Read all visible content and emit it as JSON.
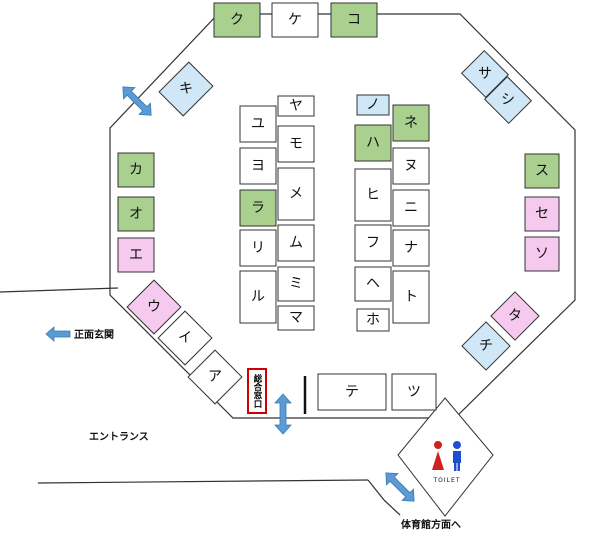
{
  "colors": {
    "green": "#a9d08e",
    "blue": "#cfe7f7",
    "pink": "#f6c9ef",
    "white": "#ffffff",
    "arrow": "#5b9bd5",
    "reception_border": "#d00000",
    "toilet_male": "#1f4fd1",
    "toilet_female": "#d02020"
  },
  "booths": [
    {
      "id": "ku",
      "label": "ク",
      "color": "green"
    },
    {
      "id": "ke",
      "label": "ケ",
      "color": "white"
    },
    {
      "id": "ko",
      "label": "コ",
      "color": "green"
    },
    {
      "id": "ki",
      "label": "キ",
      "color": "blue"
    },
    {
      "id": "sa",
      "label": "サ",
      "color": "blue"
    },
    {
      "id": "shi",
      "label": "シ",
      "color": "blue"
    },
    {
      "id": "ka",
      "label": "カ",
      "color": "green"
    },
    {
      "id": "o",
      "label": "オ",
      "color": "green"
    },
    {
      "id": "e",
      "label": "エ",
      "color": "pink"
    },
    {
      "id": "su",
      "label": "ス",
      "color": "green"
    },
    {
      "id": "se",
      "label": "セ",
      "color": "pink"
    },
    {
      "id": "so",
      "label": "ソ",
      "color": "pink"
    },
    {
      "id": "u",
      "label": "ウ",
      "color": "pink"
    },
    {
      "id": "i",
      "label": "イ",
      "color": "white"
    },
    {
      "id": "a",
      "label": "ア",
      "color": "white"
    },
    {
      "id": "ta",
      "label": "タ",
      "color": "pink"
    },
    {
      "id": "chi",
      "label": "チ",
      "color": "blue"
    },
    {
      "id": "te",
      "label": "テ",
      "color": "white"
    },
    {
      "id": "tsu",
      "label": "ツ",
      "color": "white"
    },
    {
      "id": "ya",
      "label": "ヤ",
      "color": "white"
    },
    {
      "id": "yu",
      "label": "ユ",
      "color": "white"
    },
    {
      "id": "mo",
      "label": "モ",
      "color": "white"
    },
    {
      "id": "yo",
      "label": "ヨ",
      "color": "white"
    },
    {
      "id": "me",
      "label": "メ",
      "color": "white"
    },
    {
      "id": "ra",
      "label": "ラ",
      "color": "green"
    },
    {
      "id": "ri",
      "label": "リ",
      "color": "white"
    },
    {
      "id": "mu",
      "label": "ム",
      "color": "white"
    },
    {
      "id": "ru",
      "label": "ル",
      "color": "white"
    },
    {
      "id": "mi",
      "label": "ミ",
      "color": "white"
    },
    {
      "id": "ma",
      "label": "マ",
      "color": "white"
    },
    {
      "id": "no",
      "label": "ノ",
      "color": "blue"
    },
    {
      "id": "ne",
      "label": "ネ",
      "color": "green"
    },
    {
      "id": "ha",
      "label": "ハ",
      "color": "green"
    },
    {
      "id": "nu",
      "label": "ヌ",
      "color": "white"
    },
    {
      "id": "hi",
      "label": "ヒ",
      "color": "white"
    },
    {
      "id": "ni",
      "label": "ニ",
      "color": "white"
    },
    {
      "id": "fu",
      "label": "フ",
      "color": "white"
    },
    {
      "id": "na",
      "label": "ナ",
      "color": "white"
    },
    {
      "id": "he",
      "label": "ヘ",
      "color": "white"
    },
    {
      "id": "to",
      "label": "ト",
      "color": "white"
    },
    {
      "id": "ho",
      "label": "ホ",
      "color": "white"
    }
  ],
  "reception": "総合窓口",
  "labels": {
    "main_entrance": "正面玄関",
    "entrance": "エントランス",
    "to_gym": "体育館方面へ",
    "toilet": "TOILET"
  }
}
